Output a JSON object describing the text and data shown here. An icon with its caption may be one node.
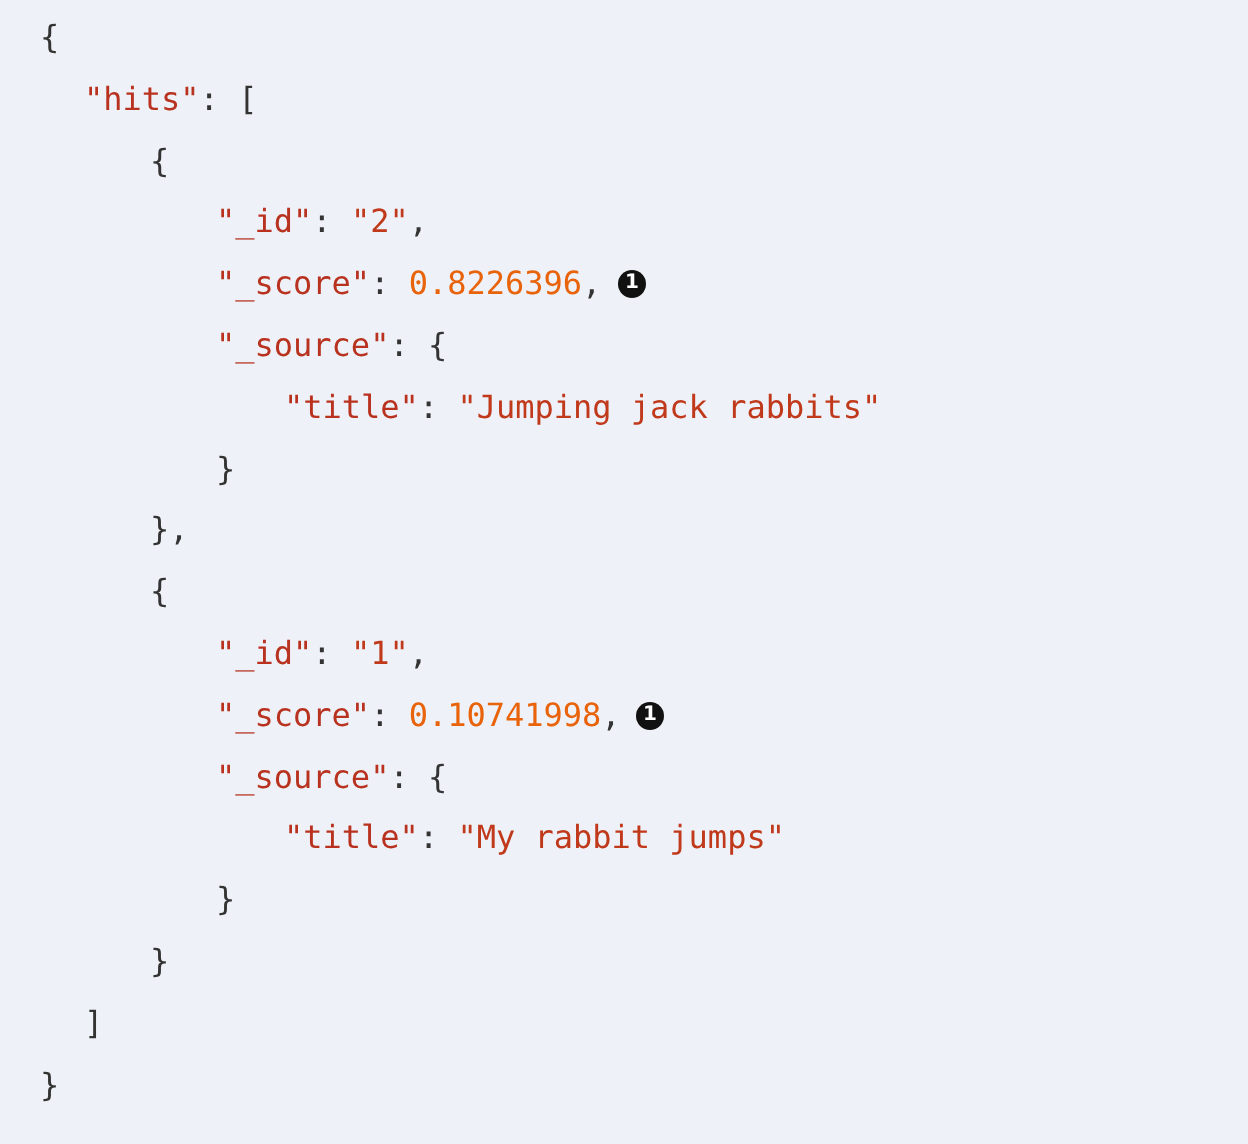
{
  "diagram": {
    "labels": [
      "{",
      "\"hits\": [",
      "{",
      "\"_id\": \"2\",",
      "\"_score\": 0.8226396,",
      "1",
      "\"_source\": {",
      "\"title\": \"Jumping jack rabbits\"",
      "}",
      "},",
      "{",
      "\"_id\": \"1\",",
      "\"_score\": 0.10741998,",
      "1",
      "\"_source\": {",
      "\"title\": \"My rabbit jumps\"",
      "}",
      "}",
      "]",
      "}"
    ]
  }
}
